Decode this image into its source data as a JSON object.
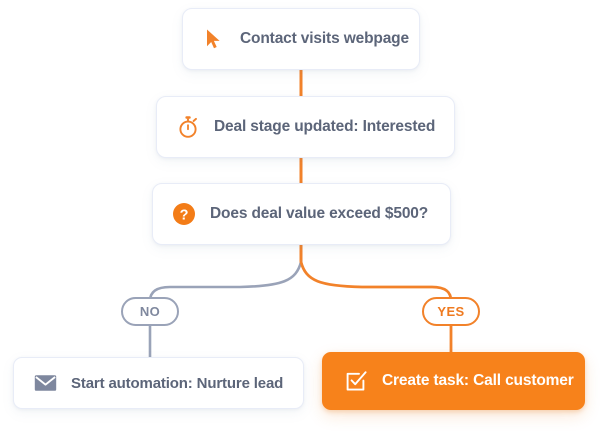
{
  "diagram": {
    "type": "workflow-flowchart",
    "colors": {
      "accent_orange": "#f7821b",
      "branch_gray": "#9aa3b8",
      "text_slate": "#5c6579",
      "card_border": "#e8ecf7",
      "background": "#ffffff"
    },
    "nodes": [
      {
        "id": "trigger",
        "label": "Contact visits webpage",
        "icon": "cursor-arrow-icon",
        "style": "white-card"
      },
      {
        "id": "deal-stage",
        "label": "Deal stage updated: Interested",
        "icon": "stopwatch-icon",
        "style": "white-card"
      },
      {
        "id": "condition",
        "label": "Does deal value exceed $500?",
        "icon": "question-badge-icon",
        "style": "white-card"
      },
      {
        "id": "no-action",
        "label": "Start automation: Nurture lead",
        "icon": "envelope-icon",
        "style": "white-card"
      },
      {
        "id": "yes-action",
        "label": "Create task: Call customer",
        "icon": "check-square-icon",
        "style": "orange-card"
      }
    ],
    "branches": [
      {
        "id": "no",
        "label": "NO",
        "color": "#9aa3b8"
      },
      {
        "id": "yes",
        "label": "YES",
        "color": "#f2822a"
      }
    ]
  }
}
